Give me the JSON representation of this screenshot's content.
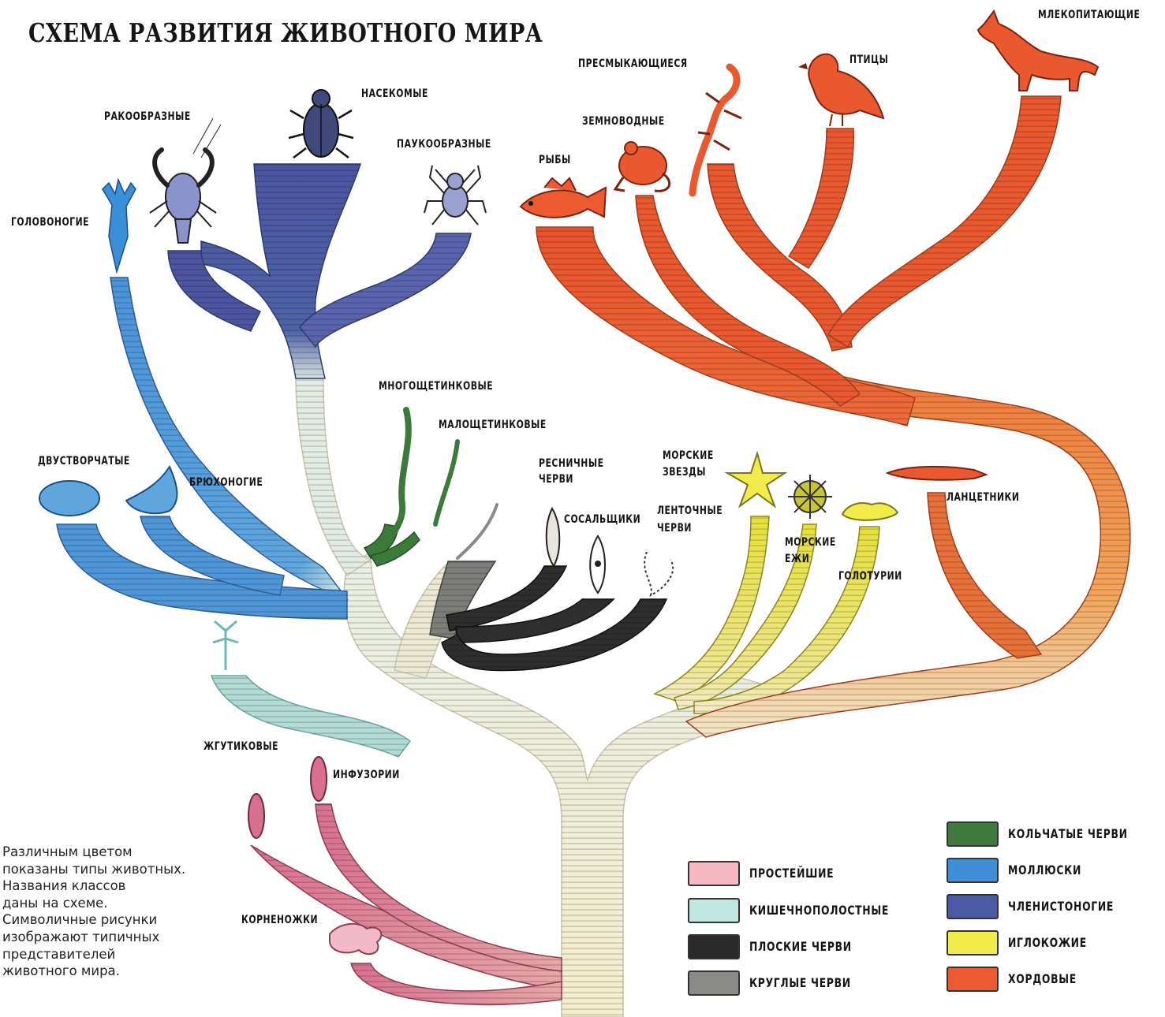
{
  "title": "СХЕМА РАЗВИТИЯ ЖИВОТНОГО МИРА",
  "note_lines": [
    "Различным цветом",
    "показаны типы животных.",
    "Названия классов",
    "даны на схеме.",
    "Символичные рисунки",
    "изображают типичных",
    "представителей",
    "животного мира."
  ],
  "classes": {
    "golovonogie": "ГОЛОВОНОГИЕ",
    "rakoobraznye": "РАКООБРАЗНЫЕ",
    "nasekomye": "НАСЕКОМЫЕ",
    "paukoobraznye": "ПАУКООБРАЗНЫЕ",
    "ryby": "РЫБЫ",
    "zemnovodnye": "ЗЕМНОВОДНЫЕ",
    "presmykayushchiesya": "ПРЕСМЫКАЮЩИЕСЯ",
    "ptitsy": "ПТИЦЫ",
    "mlekopitayushchie": "МЛЕКОПИТАЮЩИЕ",
    "mnogoshchetinkovye": "МНОГОЩЕТИНКОВЫЕ",
    "maloshchetinkovye": "МАЛОЩЕТИНКОВЫЕ",
    "dvustvorchatye": "ДВУСТВОРЧАТЫЕ",
    "bryukhonogie": "БРЮХОНОГИЕ",
    "resnichnye_1": "РЕСНИЧНЫЕ",
    "resnichnye_2": "ЧЕРВИ",
    "sosalshchiki": "СОСАЛЬЩИКИ",
    "lentochnye_1": "ЛЕНТОЧНЫЕ",
    "lentochnye_2": "ЧЕРВИ",
    "morskie_zvezdy_1": "МОРСКИЕ",
    "morskie_zvezdy_2": "ЗВЕЗДЫ",
    "morskie_ezhi_1": "МОРСКИЕ",
    "morskie_ezhi_2": "ЕЖИ",
    "goloturii": "ГОЛОТУРИИ",
    "lantsetniki": "ЛАНЦЕТНИКИ",
    "zhgutikovye": "ЖГУТИКОВЫЕ",
    "infuzorii": "ИНФУЗОРИИ",
    "kornenozhki": "КОРНЕНОЖКИ"
  },
  "legend": [
    {
      "label": "ПРОСТЕЙШИЕ",
      "color": "#f6b9c4"
    },
    {
      "label": "КИШЕЧНОПОЛОСТНЫЕ",
      "color": "#bfe6df"
    },
    {
      "label": "ПЛОСКИЕ ЧЕРВИ",
      "color": "#2a2a2a"
    },
    {
      "label": "КРУГЛЫЕ ЧЕРВИ",
      "color": "#8a8a86"
    },
    {
      "label": "КОЛЬЧАТЫЕ ЧЕРВИ",
      "color": "#3f7a3c"
    },
    {
      "label": "МОЛЛЮСКИ",
      "color": "#3f8fd8"
    },
    {
      "label": "ЧЛЕНИСТОНОГИЕ",
      "color": "#4a5aa4"
    },
    {
      "label": "ИГЛОКОЖИЕ",
      "color": "#f2ec4a"
    },
    {
      "label": "ХОРДОВЫЕ",
      "color": "#ec5a32"
    }
  ],
  "colors": {
    "trunk": "#f2edcf",
    "protozoa": "#d96f90",
    "coelenterata": "#a9d6d2",
    "flatworms": "#2e2e2e",
    "roundworms": "#777773",
    "annelids": "#3c7a3c",
    "molluscs": "#4b93da",
    "arthropods": "#4b55a0",
    "echinoderms": "#e6e03c",
    "chordates": "#ea5630"
  }
}
